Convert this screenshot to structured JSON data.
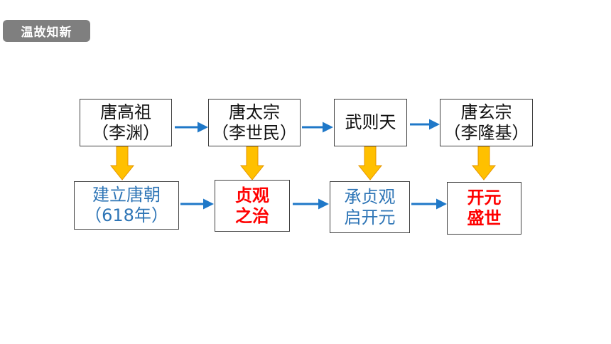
{
  "header": {
    "tag": "温故知新",
    "tag_color": "#7f7f7f"
  },
  "rulers": [
    {
      "line1": "唐高祖",
      "line2": "（李渊）"
    },
    {
      "line1": "唐太宗",
      "line2": "（李世民）"
    },
    {
      "line1": "武则天",
      "line2": ""
    },
    {
      "line1": "唐玄宗",
      "line2": "（李隆基）"
    }
  ],
  "events": [
    {
      "line1": "建立唐朝",
      "line2": "（618年）",
      "color": "#2e75b6"
    },
    {
      "line1": "贞观",
      "line2": "之治",
      "color": "#ff0000"
    },
    {
      "line1": "承贞观",
      "line2": "启开元",
      "color": "#2e75b6"
    },
    {
      "line1": "开元",
      "line2": "盛世",
      "color": "#ff0000"
    }
  ],
  "colors": {
    "arrow_blue": "#1f78c8",
    "arrow_orange": "#ffc000",
    "arrow_orange_edge": "#e69500"
  }
}
